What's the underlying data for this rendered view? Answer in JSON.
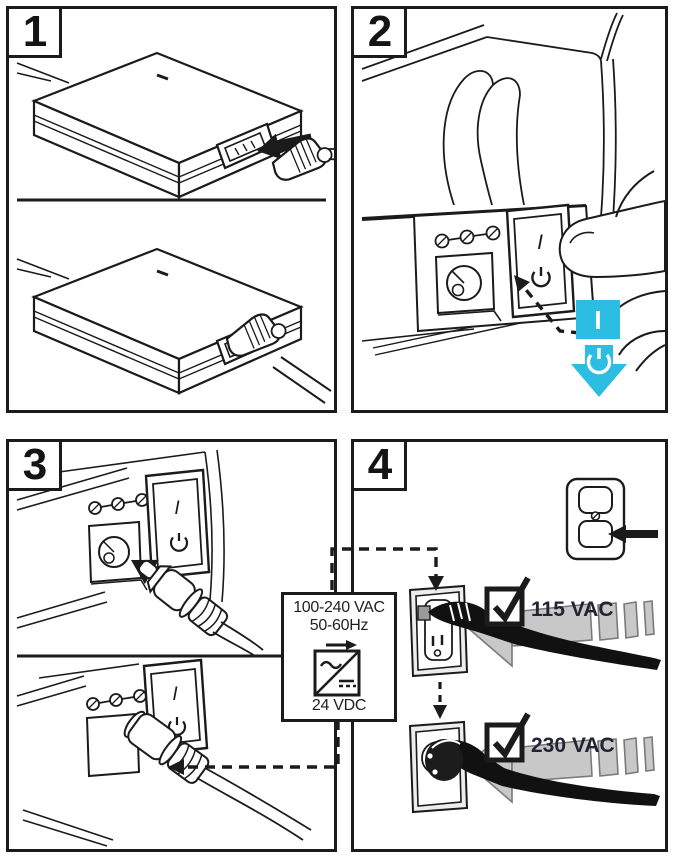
{
  "sheet": {
    "steps": [
      {
        "number": "1"
      },
      {
        "number": "2"
      },
      {
        "number": "3"
      },
      {
        "number": "4"
      }
    ]
  },
  "rocker_switch": {
    "on_mark": "I"
  },
  "power_badge": {
    "on_mark": "I"
  },
  "converter_box": {
    "line1": "100-240 VAC",
    "line2": "50-60Hz",
    "output": "24 VDC"
  },
  "outlets": {
    "us": {
      "label": "115 VAC",
      "checked": true
    },
    "eu": {
      "label": "230 VAC",
      "checked": true
    }
  },
  "colors": {
    "ink": "#1b1b1b",
    "cyan": "#2bbde2",
    "voltage_text": "#232334",
    "arrow_gray": "#c8c8c8"
  }
}
